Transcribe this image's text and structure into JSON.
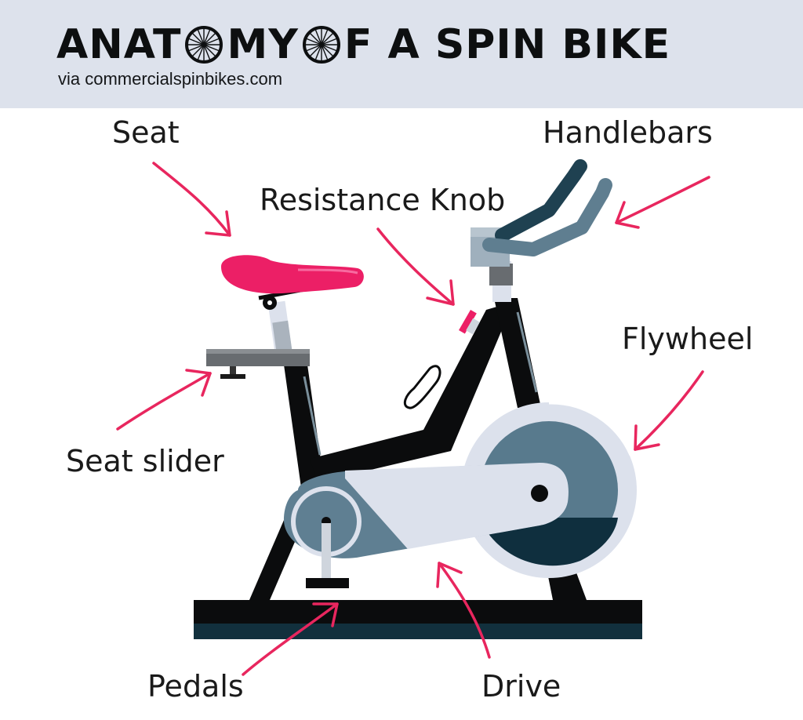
{
  "header": {
    "title_part1": "ANAT",
    "title_part2": "MY ",
    "title_part3": "F A SPIN BIKE",
    "subtitle": "via commercialspinbikes.com",
    "title_icon": "bicycle-wheel-icon"
  },
  "labels": {
    "seat": "Seat",
    "handlebars": "Handlebars",
    "resistance_knob": "Resistance Knob",
    "flywheel": "Flywheel",
    "seat_slider": "Seat slider",
    "pedals": "Pedals",
    "drive": "Drive"
  },
  "colors": {
    "header_bg": "#dde2ec",
    "arrow": "#e8265e",
    "seat": "#ec1f66",
    "frame": "#0b0c0d",
    "flywheel_outer": "#dce1ec",
    "flywheel_inner": "#587a8d",
    "flywheel_core": "#0f2f3e",
    "drive_cover": "#5f7f92",
    "handlebar_dark": "#1f4151",
    "handlebar_light": "#5f7e90"
  }
}
